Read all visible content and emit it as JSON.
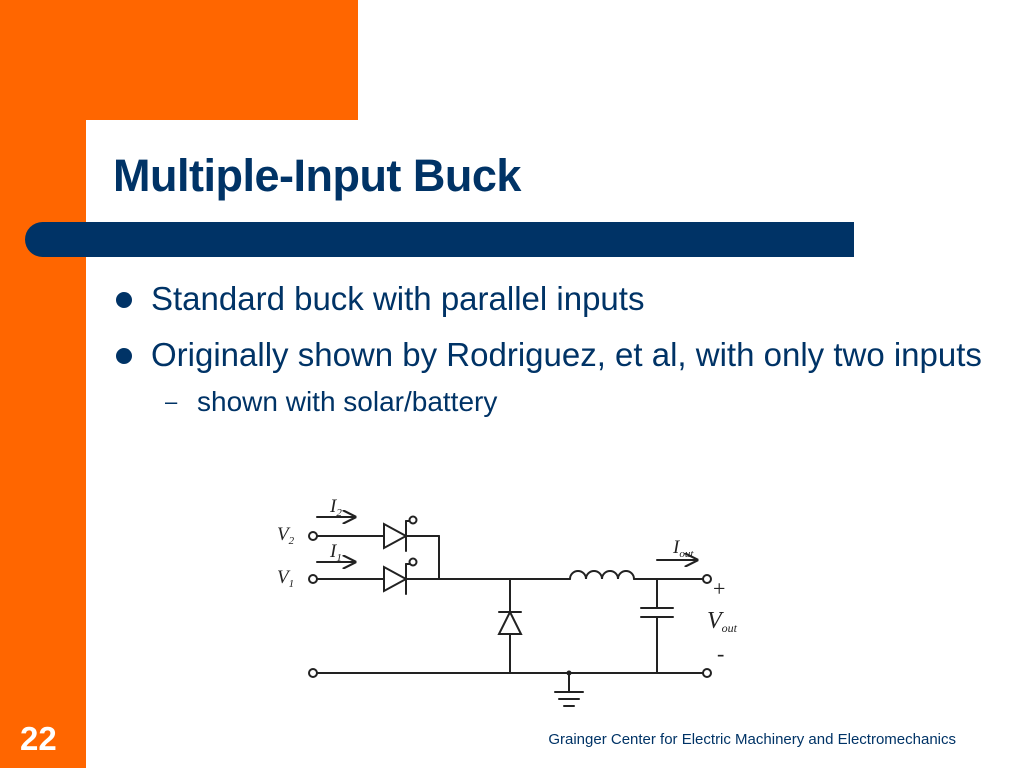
{
  "slide": {
    "title": "Multiple-Input Buck",
    "bullets": [
      {
        "text": "Standard buck with parallel inputs"
      },
      {
        "text": "Originally shown by Rodriguez, et al, with only two inputs"
      }
    ],
    "subbullets": [
      {
        "dash": "–",
        "text": "shown with solar/battery"
      }
    ],
    "page_number": "22",
    "footer": "Grainger Center for Electric Machinery and Electromechanics"
  },
  "circuit": {
    "labels": {
      "v2": "V",
      "v2_sub": "2",
      "v1": "V",
      "v1_sub": "1",
      "i2": "I",
      "i2_sub": "2",
      "i1": "I",
      "i1_sub": "1",
      "iout": "I",
      "iout_sub": "out",
      "plus": "+",
      "vout": "V",
      "vout_sub": "out",
      "minus": "-"
    }
  },
  "colors": {
    "accent_orange": "#ff6600",
    "brand_navy": "#003366",
    "circuit_ink": "#222222"
  }
}
